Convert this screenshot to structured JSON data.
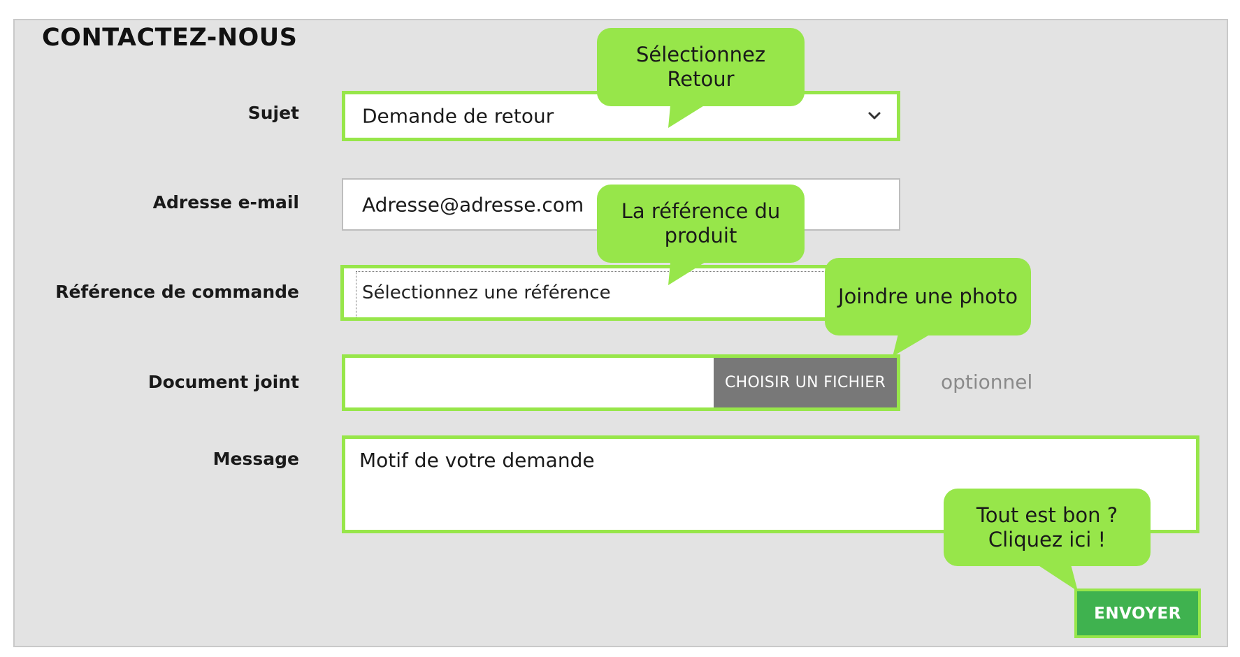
{
  "form": {
    "title": "CONTACTEZ-NOUS",
    "subject": {
      "label": "Sujet",
      "value": "Demande de retour"
    },
    "email": {
      "label": "Adresse e-mail",
      "value": "Adresse@adresse.com"
    },
    "order_ref": {
      "label": "Référence de commande",
      "placeholder": "Sélectionnez une référence"
    },
    "attachment": {
      "label": "Document joint",
      "button": "CHOISIR UN FICHIER",
      "note": "optionnel"
    },
    "message": {
      "label": "Message",
      "value": "Motif de votre demande"
    },
    "submit": "ENVOYER"
  },
  "callouts": {
    "subject_hint": [
      "Sélectionnez",
      "Retour"
    ],
    "reference_hint": [
      "La référence du",
      "produit"
    ],
    "photo_hint": [
      "Joindre une photo"
    ],
    "submit_hint": [
      "Tout est bon ?",
      "Cliquez ici !"
    ]
  },
  "colors": {
    "highlight_green": "#97e64a",
    "submit_green": "#3fb24f",
    "file_button_grey": "#787878",
    "panel_bg": "#e3e3e3"
  },
  "icons": {
    "subject_dropdown": "chevron-down-icon"
  }
}
